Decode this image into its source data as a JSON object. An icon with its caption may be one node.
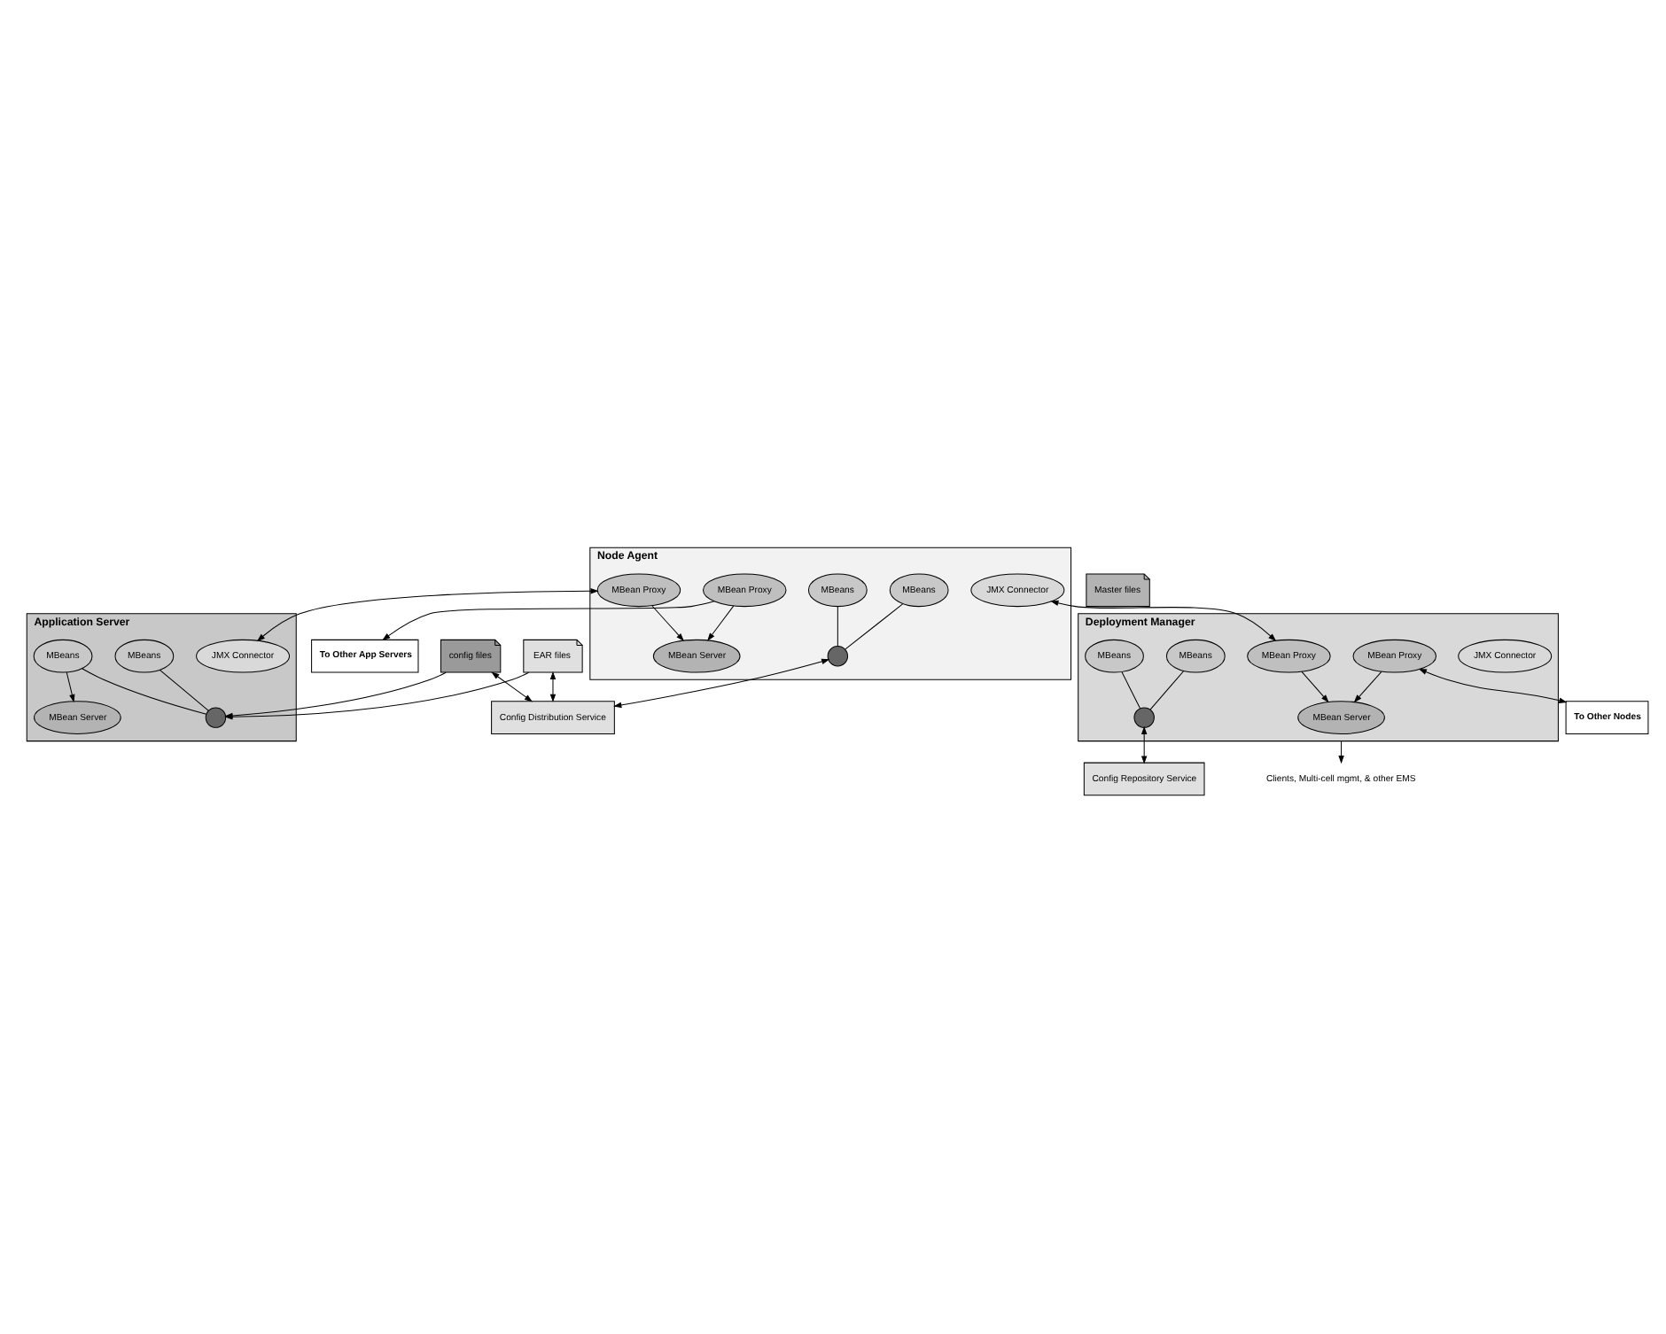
{
  "diagram": {
    "nodes": [
      {
        "text": [
          "Deployment Manager"
        ]
      },
      {
        "text": [
          "MBean Server"
        ],
        "in": 0
      },
      {
        "text": [
          "JMX Connector"
        ],
        "in": 0
      },
      {
        "text": [
          "MBean Proxy"
        ],
        "in": 0
      },
      {
        "text": [
          "MBean Proxy"
        ],
        "in": 0
      },
      {
        "text": [
          "MBeans"
        ],
        "in": 0
      },
      {
        "text": [
          "MBeans"
        ],
        "in": 0
      },
      {
        "text": [],
        "shape": "tree",
        "in": 0
      },
      {
        "text": [
          "Clients, Multi-cell mgmt, & other EMS"
        ]
      },
      {
        "text": [
          "Node Agent"
        ]
      },
      {
        "text": [
          "MBean Server"
        ],
        "in": 9
      },
      {
        "text": [
          "JMX Connector"
        ],
        "in": 9
      },
      {
        "text": [
          "MBean Proxy"
        ],
        "in": 9
      },
      {
        "text": [
          "MBean Proxy"
        ],
        "in": 9
      },
      {
        "text": [
          "MBeans"
        ],
        "in": 9
      },
      {
        "text": [
          "MBeans"
        ],
        "in": 9
      },
      {
        "text": [],
        "shape": "tree",
        "in": 9
      },
      {
        "text": [
          "To Other Nodes"
        ]
      },
      {
        "text": [
          "To Other App Servers"
        ]
      },
      {
        "text": [
          "Config Repository Service"
        ]
      },
      {
        "text": [
          "Master files"
        ]
      },
      {
        "text": [
          "Application Server"
        ]
      },
      {
        "text": [
          "MBean Server"
        ],
        "in": 21
      },
      {
        "text": [
          "JMX Connector"
        ],
        "in": 21
      },
      {
        "text": [
          "MBeans"
        ],
        "in": 21
      },
      {
        "text": [
          "MBeans"
        ],
        "in": 21
      },
      {
        "text": [],
        "shape": "tree",
        "in": 21
      },
      {
        "text": [
          "Config Distribution Service"
        ]
      },
      {
        "text": [
          "config files"
        ]
      },
      {
        "text": [
          "EAR files"
        ]
      }
    ],
    "edges": [
      {
        "from": 0,
        "to": 8,
        "arrow": "to"
      },
      {
        "from": 3,
        "to": 1,
        "arrow": "to"
      },
      {
        "from": 4,
        "to": 1,
        "arrow": "to"
      },
      {
        "from": 5,
        "to": 7,
        "arrow": "none"
      },
      {
        "from": 6,
        "to": 7,
        "arrow": "none"
      },
      {
        "from": 7,
        "to": 19,
        "arrow": "both"
      },
      {
        "from": 4,
        "to": 17,
        "arrow": "both"
      },
      {
        "from": 11,
        "to": 3,
        "arrow": "both"
      },
      {
        "from": 12,
        "to": 10,
        "arrow": "to"
      },
      {
        "from": 13,
        "to": 10,
        "arrow": "to"
      },
      {
        "from": 12,
        "to": 18,
        "arrow": "to"
      },
      {
        "from": 14,
        "to": 16,
        "arrow": "none"
      },
      {
        "from": 15,
        "to": 16,
        "arrow": "none"
      },
      {
        "from": 16,
        "to": 27,
        "arrow": "both"
      },
      {
        "from": 13,
        "to": 23,
        "arrow": "both"
      },
      {
        "from": 24,
        "to": 22,
        "arrow": "to"
      },
      {
        "from": 24,
        "to": 26,
        "arrow": "none"
      },
      {
        "from": 25,
        "to": 26,
        "arrow": "none"
      },
      {
        "from": 28,
        "to": 26,
        "arrow": "to"
      },
      {
        "from": 29,
        "to": 26,
        "arrow": "to"
      },
      {
        "from": 28,
        "to": 27,
        "arrow": "both"
      },
      {
        "from": 29,
        "to": 27,
        "arrow": "both"
      }
    ]
  }
}
